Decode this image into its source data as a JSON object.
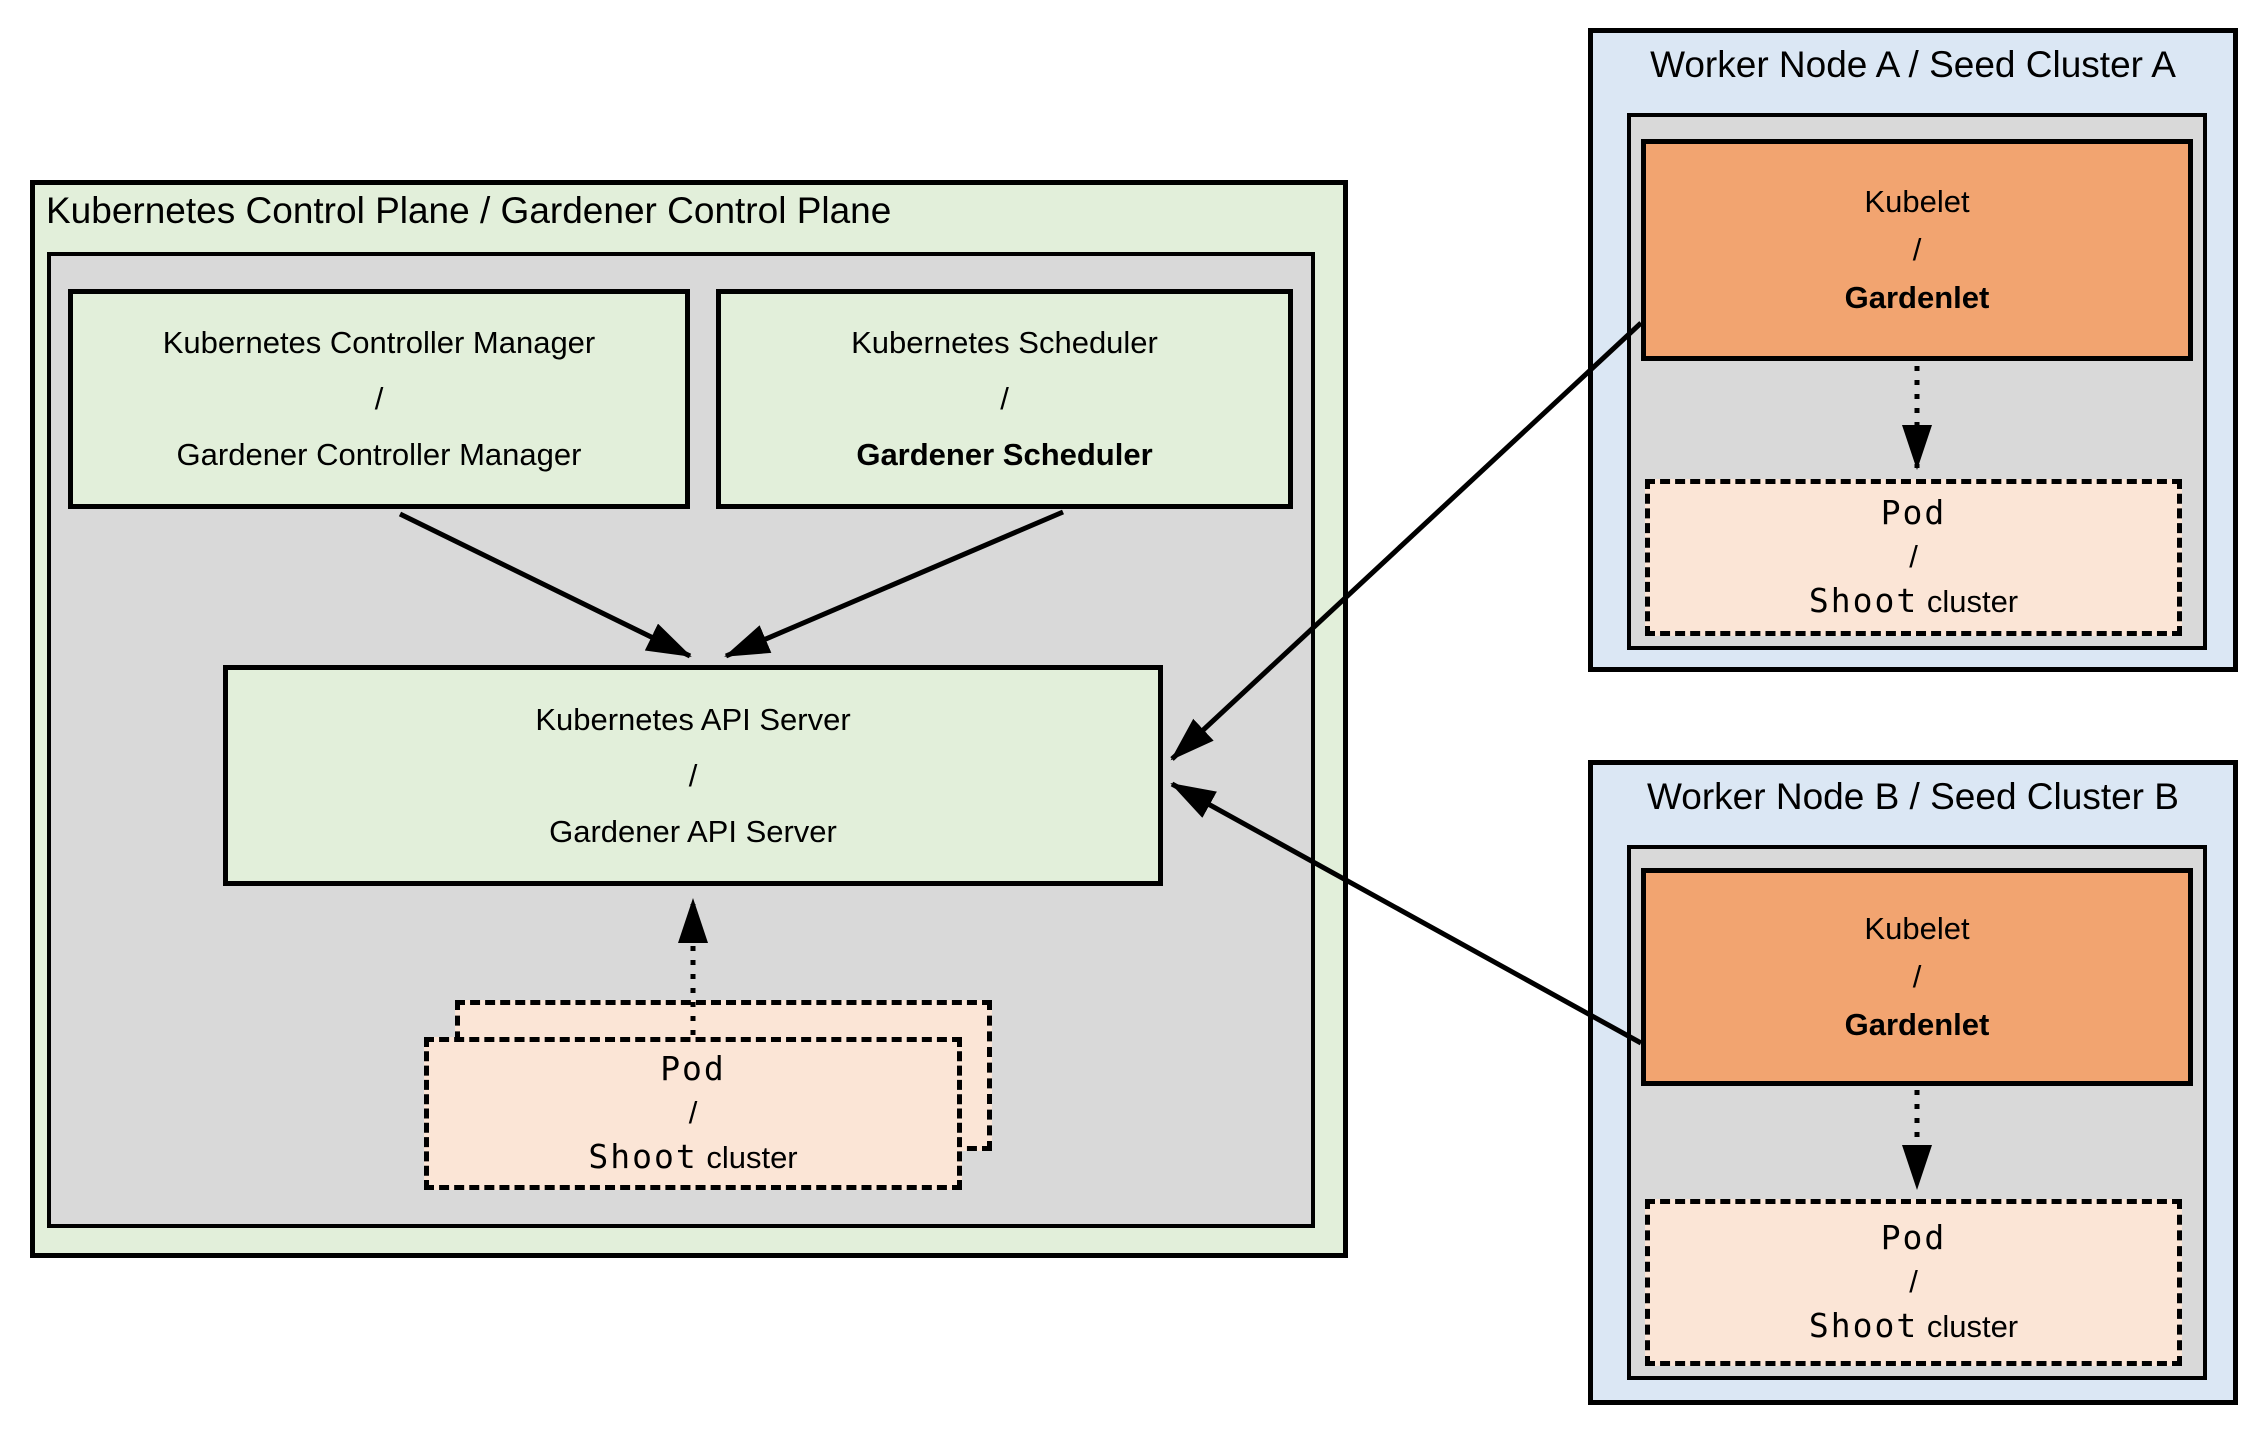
{
  "control_plane": {
    "title": "Kubernetes Control Plane / Gardener Control Plane",
    "controller_manager": {
      "line1": "Kubernetes Controller Manager",
      "slash": "/",
      "line2": "Gardener Controller Manager"
    },
    "scheduler": {
      "line1": "Kubernetes Scheduler",
      "slash": "/",
      "line2": "Gardener Scheduler"
    },
    "api_server": {
      "line1": "Kubernetes API Server",
      "slash": "/",
      "line2": "Gardener API Server"
    },
    "pod_stack": {
      "pod": "Pod",
      "slash": "/",
      "shoot": "Shoot",
      "cluster": "cluster"
    }
  },
  "worker_node_a": {
    "title": "Worker Node A / Seed Cluster A",
    "kubelet": {
      "line1": "Kubelet",
      "slash": "/",
      "line2": "Gardenlet"
    },
    "pod": {
      "pod": "Pod",
      "slash": "/",
      "shoot": "Shoot",
      "cluster": "cluster"
    }
  },
  "worker_node_b": {
    "title": "Worker Node B / Seed Cluster B",
    "kubelet": {
      "line1": "Kubelet",
      "slash": "/",
      "line2": "Gardenlet"
    },
    "pod": {
      "pod": "Pod",
      "slash": "/",
      "shoot": "Shoot",
      "cluster": "cluster"
    }
  },
  "colors": {
    "light_green": "#e2efda",
    "panel_gray": "#d9d9d9",
    "light_blue": "#dbe7f4",
    "orange": "#f2a470",
    "peach": "#fbe5d6",
    "line_black": "#000000"
  }
}
